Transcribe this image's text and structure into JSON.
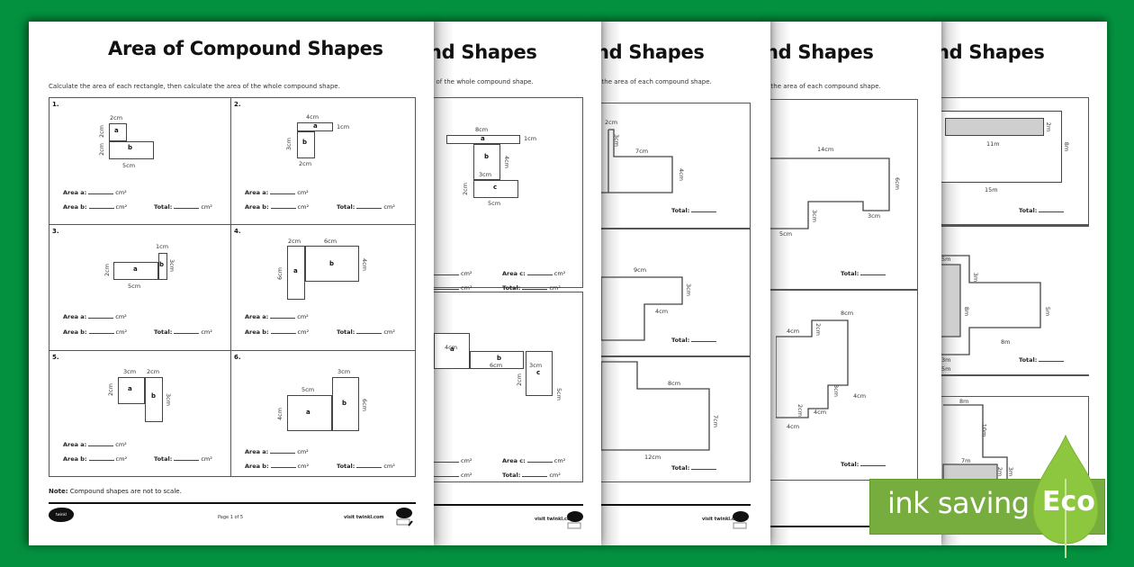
{
  "background_color": "#04913f",
  "worksheet_title": "Area of Compound Shapes",
  "partial_title": "nd Shapes",
  "page1": {
    "title": "Area of Compound Shapes",
    "instruction": "Calculate the area of each rectangle, then calculate the area of the whole compound shape.",
    "questions": [
      {
        "num": "1.",
        "labels": [
          "2cm",
          "2cm",
          "2cm",
          "5cm"
        ],
        "area_a": "Area a:",
        "area_b": "Area b:",
        "total": "Total:",
        "unit": "cm²"
      },
      {
        "num": "2.",
        "labels": [
          "4cm",
          "1cm",
          "3cm",
          "2cm"
        ],
        "area_a": "Area a:",
        "area_b": "Area b:",
        "total": "Total:",
        "unit": "cm²"
      },
      {
        "num": "3.",
        "labels": [
          "1cm",
          "2cm",
          "3cm",
          "5cm"
        ],
        "area_a": "Area a:",
        "area_b": "Area b:",
        "total": "Total:",
        "unit": "cm²"
      },
      {
        "num": "4.",
        "labels": [
          "2cm",
          "6cm",
          "6cm",
          "4cm"
        ],
        "area_a": "Area a:",
        "area_b": "Area b:",
        "total": "Total:",
        "unit": "cm²"
      },
      {
        "num": "5.",
        "labels": [
          "3cm",
          "2cm",
          "2cm",
          "3cm"
        ],
        "area_a": "Area a:",
        "area_b": "Area b:",
        "total": "Total:",
        "unit": "cm²"
      },
      {
        "num": "6.",
        "labels": [
          "3cm",
          "5cm",
          "4cm",
          "6cm"
        ],
        "area_a": "Area a:",
        "area_b": "Area b:",
        "total": "Total:",
        "unit": "cm²"
      }
    ],
    "note_label": "Note:",
    "note_text": "Compound shapes are not to scale.",
    "page_number": "Page 1 of 5",
    "site": "visit twinkl.com",
    "logo_text": "twinkl"
  },
  "page2": {
    "title": "nd Shapes",
    "instruction": "a of the whole compound shape.",
    "shape1_labels": [
      "8cm",
      "1cm",
      "4cm",
      "3cm",
      "2cm",
      "5cm"
    ],
    "shape2_labels": [
      "4cm",
      "6cm",
      "3cm",
      "2cm",
      "5cm"
    ],
    "area_c": "Area c:",
    "total": "Total:",
    "unit": "cm²",
    "site": "visit twinkl.com"
  },
  "page3": {
    "title": "nd Shapes",
    "instruction": "e the area of each compound shape.",
    "shape1_labels": [
      "2cm",
      "3cm",
      "7cm",
      "4cm"
    ],
    "shape2_labels": [
      "9cm",
      "3cm",
      "4cm"
    ],
    "shape3_labels": [
      "8cm",
      "7cm",
      "12cm"
    ],
    "total": "Total:",
    "site": "visit twinkl.com"
  },
  "page4": {
    "title": "nd Shapes",
    "instruction": "e the area of each compound shape.",
    "shape1_labels": [
      "14cm",
      "6cm",
      "3cm",
      "3cm",
      "5cm"
    ],
    "shape2_labels": [
      "8cm",
      "4cm",
      "2cm",
      "3cm",
      "4cm",
      "2cm",
      "4cm",
      "4cm"
    ],
    "total": "Total:"
  },
  "page5": {
    "title": "nd Shapes",
    "shape1_labels": [
      "2m",
      "11m",
      "8m",
      "15m"
    ],
    "shape2_labels": [
      "5m",
      "3m",
      "8m",
      "5m",
      "8m",
      "3m",
      "5m"
    ],
    "shape3_labels": [
      "8m",
      "10m",
      "7m",
      "2m",
      "3m"
    ],
    "total": "Total:"
  },
  "eco_badge": {
    "text": "ink saving",
    "eco": "Eco",
    "color": "#77ad3e",
    "drop_color": "#8dc63f"
  }
}
